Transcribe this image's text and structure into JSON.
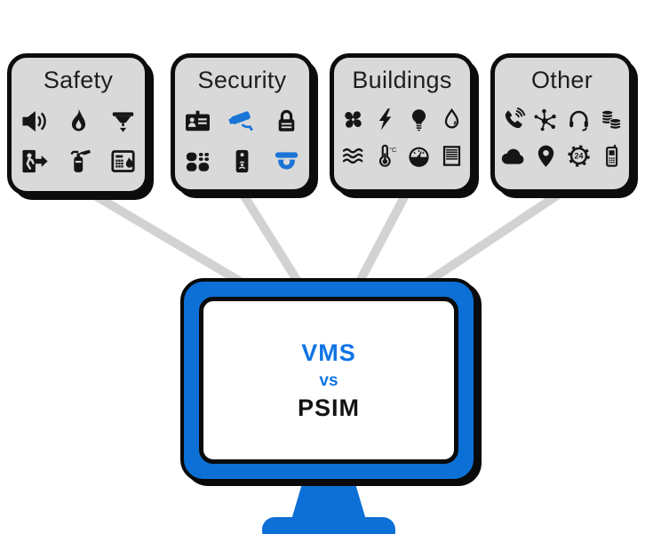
{
  "palette": {
    "page_bg": "#ffffff",
    "box_fill": "#d9d9d9",
    "box_outline": "#0c0c0c",
    "connector": "#d2d2d2",
    "monitor_blue": "#0d70d6",
    "icon_black": "#151515",
    "icon_blue": "#1b74d8",
    "title_text": "#1e1e1e",
    "vms_blue": "#0f74e4",
    "psim_text": "#131313"
  },
  "groups": [
    {
      "title": "Safety",
      "icon_rows": [
        [
          {
            "name": "speaker-icon",
            "color": "black"
          },
          {
            "name": "flame-icon",
            "color": "black"
          },
          {
            "name": "sprinkler-icon",
            "color": "black"
          }
        ],
        [
          {
            "name": "emergency-exit-icon",
            "color": "black"
          },
          {
            "name": "fire-extinguisher-icon",
            "color": "black"
          },
          {
            "name": "fire-alarm-panel-icon",
            "color": "black"
          }
        ]
      ]
    },
    {
      "title": "Security",
      "icon_rows": [
        [
          {
            "name": "id-badge-icon",
            "color": "black"
          },
          {
            "name": "cctv-camera-icon",
            "color": "blue"
          },
          {
            "name": "padlock-icon",
            "color": "black"
          }
        ],
        [
          {
            "name": "keypad-icon",
            "color": "black"
          },
          {
            "name": "intercom-icon",
            "color": "black"
          },
          {
            "name": "dome-camera-icon",
            "color": "blue"
          }
        ]
      ]
    },
    {
      "title": "Buildings",
      "icon_rows": [
        [
          {
            "name": "fan-icon",
            "color": "black"
          },
          {
            "name": "lightning-icon",
            "color": "black"
          },
          {
            "name": "bulb-icon",
            "color": "black"
          },
          {
            "name": "droplet-icon",
            "color": "black"
          }
        ],
        [
          {
            "name": "waves-icon",
            "color": "black"
          },
          {
            "name": "thermometer-celsius-icon",
            "color": "black"
          },
          {
            "name": "gauge-icon",
            "color": "black"
          },
          {
            "name": "blinds-icon",
            "color": "black"
          }
        ]
      ]
    },
    {
      "title": "Other",
      "icon_rows": [
        [
          {
            "name": "ringing-phone-icon",
            "color": "black"
          },
          {
            "name": "network-icon",
            "color": "black"
          },
          {
            "name": "headset-icon",
            "color": "black"
          },
          {
            "name": "coins-icon",
            "color": "black"
          }
        ],
        [
          {
            "name": "cloud-icon",
            "color": "black"
          },
          {
            "name": "location-pin-icon",
            "color": "black"
          },
          {
            "name": "gear-24-icon",
            "color": "black"
          },
          {
            "name": "mobile-phone-icon",
            "color": "black"
          }
        ]
      ]
    }
  ],
  "icon_text": {
    "gear_badge": "24",
    "temperature_unit": "°C"
  },
  "monitor": {
    "screen_lines": [
      {
        "text": "VMS"
      },
      {
        "text": "vs"
      },
      {
        "text": "PSIM"
      }
    ]
  }
}
